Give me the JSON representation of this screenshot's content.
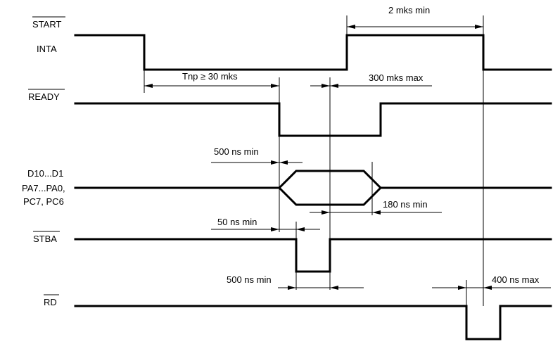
{
  "signals": {
    "start": "START",
    "inta": "INTA",
    "ready": "READY",
    "data_line1": "D10...D1",
    "data_line2": "PA7...PA0,",
    "data_line3": "PC7, PC6",
    "stba": "STBA",
    "rd": "RD"
  },
  "timings": {
    "start_min": "2 mks min",
    "tnp": "Tnp ≥ 30 mks",
    "ready_max": "300 mks max",
    "setup_data": "500 ns min",
    "data_hold": "180 ns min",
    "stba_delay": "50 ns min",
    "stba_width": "500 ns min",
    "rd_delay": "400 ns max"
  },
  "overbar_signals": [
    "START",
    "READY",
    "STBA",
    "RD"
  ]
}
